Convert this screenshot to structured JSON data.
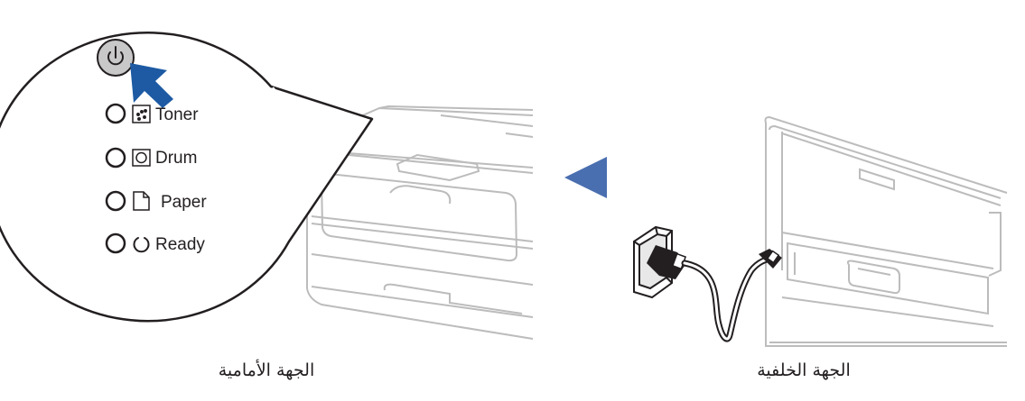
{
  "captions": {
    "front": "الجهة الأمامية",
    "back": "الجهة الخلفية"
  },
  "panel": {
    "power_button_icon": "power-icon",
    "leds": [
      {
        "icon": "toner-icon",
        "label": "Toner"
      },
      {
        "icon": "drum-icon",
        "label": "Drum"
      },
      {
        "icon": "paper-icon",
        "label": "Paper"
      },
      {
        "icon": "ready-icon",
        "label": "Ready"
      }
    ]
  },
  "colors": {
    "accent_arrow": "#1d5aa3",
    "direction_arrow": "#4a6fb0",
    "line": "#231f20",
    "printer_outline": "#bcbcbc"
  }
}
